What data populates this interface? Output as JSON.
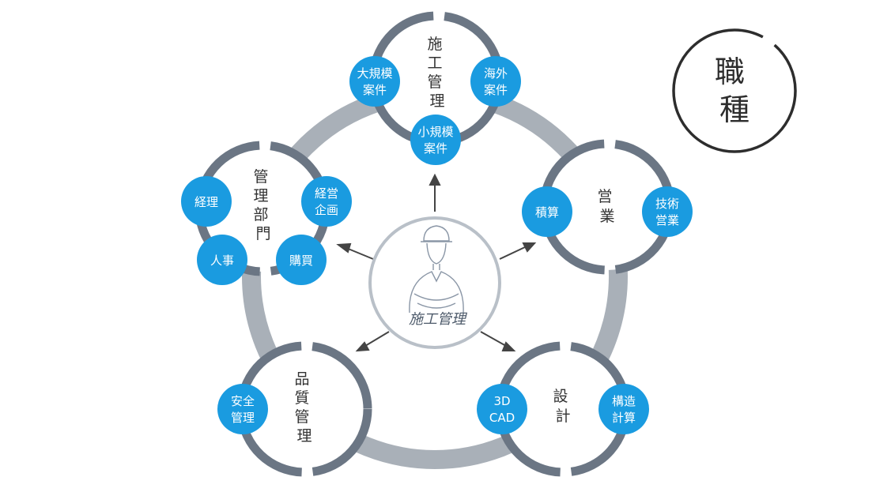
{
  "badge": {
    "line1": "職",
    "line2": "種"
  },
  "center": {
    "label": "施工管理"
  },
  "nodes": {
    "top": {
      "label": [
        "施",
        "工",
        "管",
        "理"
      ],
      "bubbles": [
        [
          "大規模",
          "案件"
        ],
        [
          "海外",
          "案件"
        ],
        [
          "小規模",
          "案件"
        ]
      ]
    },
    "left": {
      "label": [
        "管",
        "理",
        "部",
        "門"
      ],
      "bubbles": [
        [
          "経理"
        ],
        [
          "経営",
          "企画"
        ],
        [
          "人事"
        ],
        [
          "購買"
        ]
      ]
    },
    "right": {
      "label": [
        "営",
        "業"
      ],
      "bubbles": [
        [
          "積算"
        ],
        [
          "技術",
          "営業"
        ]
      ]
    },
    "bottomLeft": {
      "label": [
        "品",
        "質",
        "管",
        "理"
      ],
      "bubbles": [
        [
          "安全",
          "管理"
        ]
      ]
    },
    "bottomRight": {
      "label": [
        "設",
        "計"
      ],
      "bubbles": [
        [
          "3D",
          "CAD"
        ],
        [
          "構造",
          "計算"
        ]
      ]
    }
  },
  "colors": {
    "ring": "#a9b0b8",
    "nodeRing": "#6b7684",
    "bubble": "#1a9be0",
    "centerRing": "#b9c0c8",
    "arrow": "#444444"
  }
}
